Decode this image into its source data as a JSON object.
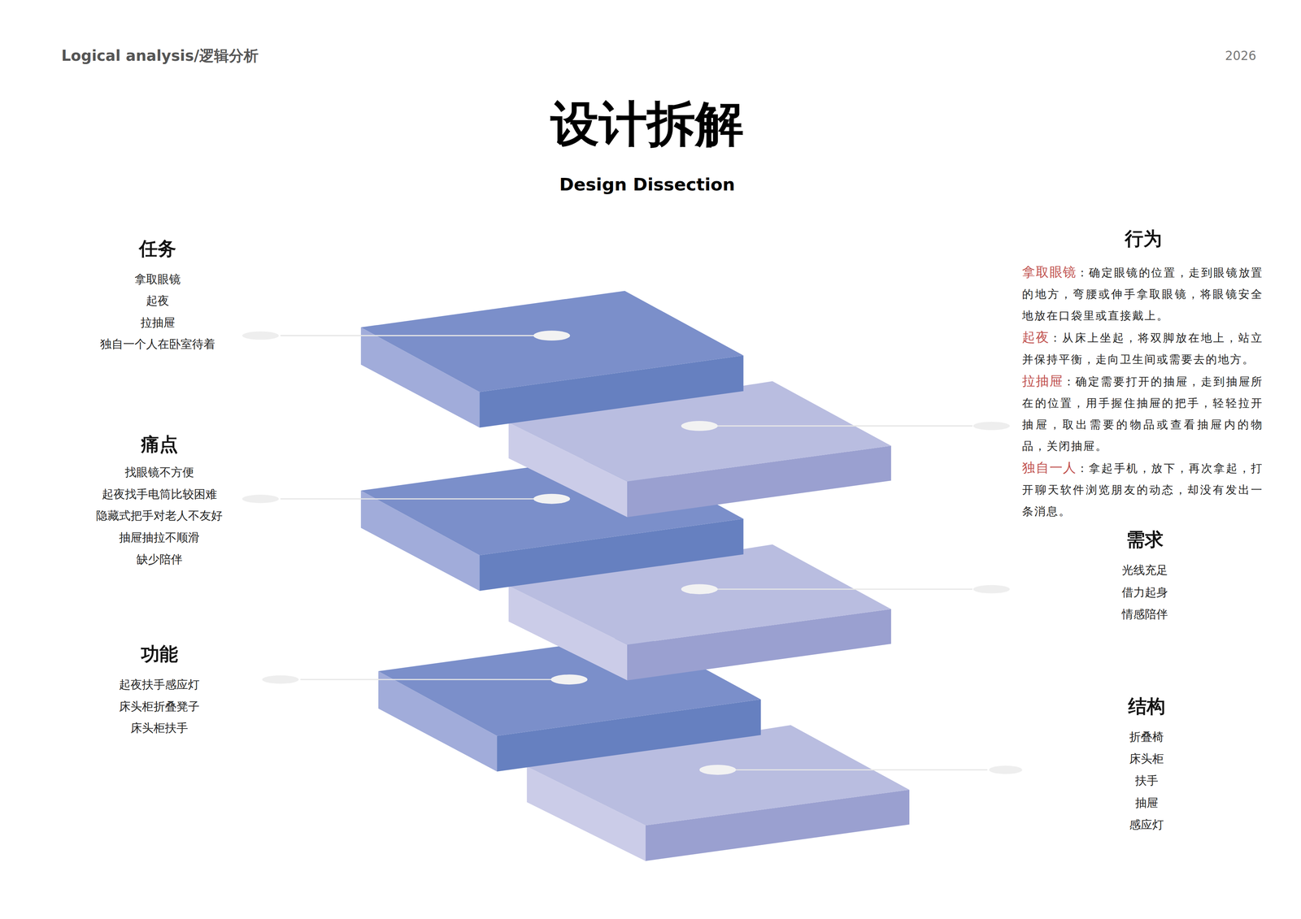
{
  "diagram": {
    "title": "设计拆解",
    "labels": [
      "Logical analysis/逻辑分析",
      "2026",
      "Design Dissection",
      "任务",
      "拿取眼镜",
      "起夜",
      "拉抽屉",
      "独自一个人在卧室待着",
      "痛点",
      "找眼镜不方便",
      "起夜找手电筒比较困难",
      "隐藏式把手对老人不友好",
      "抽屉抽拉不顺滑",
      "缺少陪伴",
      "功能",
      "起夜扶手感应灯",
      "床头柜折叠凳子",
      "床头柜扶手",
      "行为",
      "拿取眼镜",
      "：确定眼镜的位置，走到眼镜放置的地方，弯腰或伸手拿取眼镜，将眼镜安全地放在口袋里或直接戴上。",
      "起夜",
      "：从床上坐起，将双脚放在地上，站立并保持平衡，走向卫生间或需要去的地方。",
      "拉抽屉",
      "：确定需要打开的抽屉，走到抽屉所在的位置，用手握住抽屉的把手，轻轻拉开抽屉，取出需要的物品或查看抽屉内的物品，关闭抽屉。",
      "独自一人",
      "：拿起手机，放下，再次拿起，打开聊天软件浏览朋友的动态，却没有发出一条消息。",
      "需求",
      "光线充足",
      "借力起身",
      "情感陪伴",
      "结构",
      "折叠椅",
      "床头柜",
      "扶手",
      "抽屉",
      "感应灯"
    ]
  }
}
